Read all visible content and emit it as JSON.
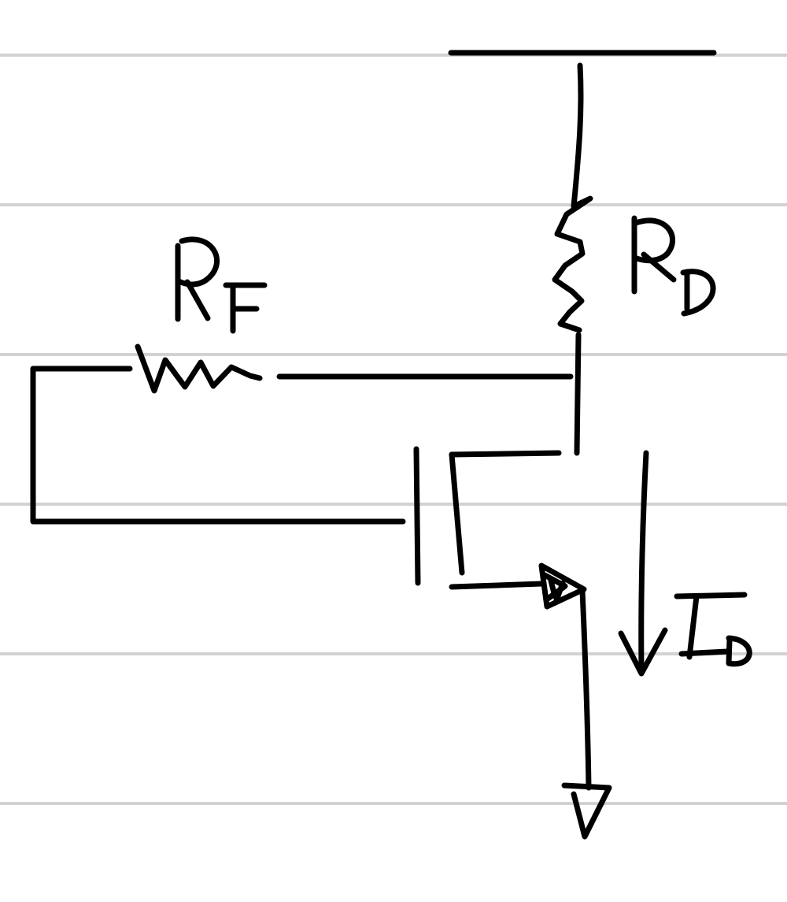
{
  "diagram": {
    "kind": "handwritten-circuit-schematic",
    "paper": {
      "ruled_lines": true,
      "line_color": "#d2d2d2",
      "background": "#ffffff"
    },
    "ink_color": "#000000",
    "labels": {
      "feedback_resistor": "RF",
      "drain_resistor": "RD",
      "drain_current": "ID"
    },
    "components": [
      {
        "name": "supply-rail",
        "type": "power-rail"
      },
      {
        "name": "drain-resistor",
        "type": "resistor",
        "label_key": "drain_resistor"
      },
      {
        "name": "feedback-resistor",
        "type": "resistor",
        "label_key": "feedback_resistor"
      },
      {
        "name": "mosfet",
        "type": "n-channel-mosfet"
      },
      {
        "name": "ground",
        "type": "ground"
      },
      {
        "name": "current-arrow",
        "type": "current-arrow",
        "label_key": "drain_current"
      }
    ]
  }
}
